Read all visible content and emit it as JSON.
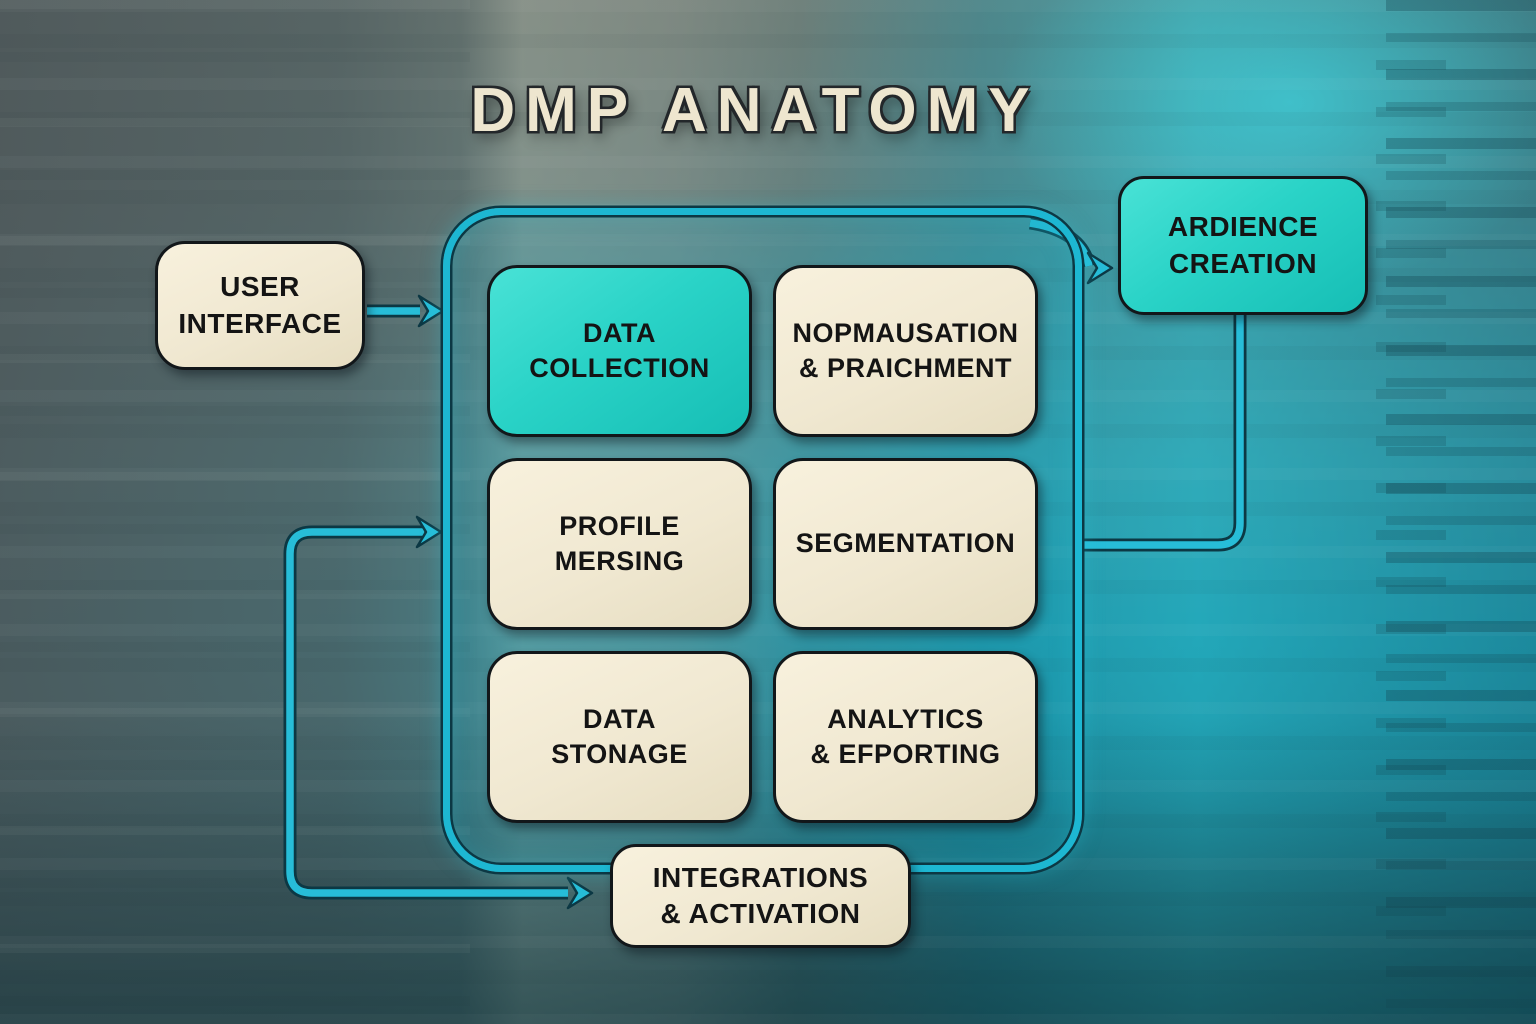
{
  "title": "DMP ANATOMY",
  "nodes": {
    "user_interface": {
      "label": "USER\nINTERFACE"
    },
    "data_collection": {
      "label": "DATA\nCOLLECTION"
    },
    "normalisation": {
      "label": "NOPMAUSATION\n& PRAICHMENT"
    },
    "profile_merging": {
      "label": "PROFILE\nMERSING"
    },
    "segmentation": {
      "label": "SEGMENTATION"
    },
    "data_storage": {
      "label": "DATA\nSTONAGE"
    },
    "analytics": {
      "label": "ANALYTICS\n& EFPORTING"
    },
    "audience_creation": {
      "label": "ARDIENCE\nCREATION"
    },
    "integrations": {
      "label": "INTEGRATIONS\n& ACTIVATION"
    }
  },
  "colors": {
    "accent_cyan": "#27bdd8",
    "wire_outline": "#0c3844",
    "box_cream": "#f0e8d1",
    "box_teal": "#2ad3c7",
    "title_text": "#eee6cf",
    "box_text": "#141414"
  }
}
